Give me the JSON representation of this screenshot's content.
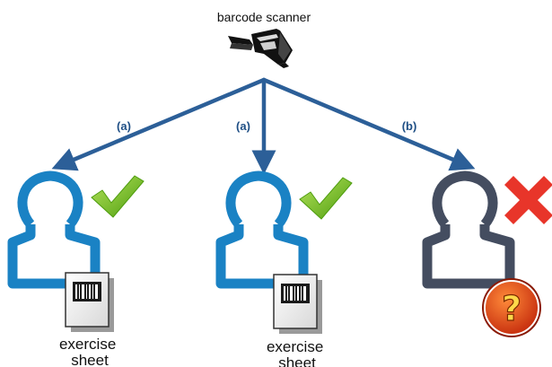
{
  "scanner": {
    "label": "barcode scanner",
    "icon": "barcode-scanner-icon"
  },
  "edges": [
    {
      "label": "(a)"
    },
    {
      "label": "(a)"
    },
    {
      "label": "(b)"
    }
  ],
  "people": [
    {
      "status": "accepted",
      "status_icon": "checkmark-icon",
      "item_label": "exercise sheet",
      "item_icon": "barcode-document-icon",
      "color": "#1a82c4"
    },
    {
      "status": "accepted",
      "status_icon": "checkmark-icon",
      "item_label": "exercise sheet",
      "item_icon": "barcode-document-icon",
      "color": "#1a82c4"
    },
    {
      "status": "rejected",
      "status_icon": "cross-icon",
      "item_icon": "question-mark-icon",
      "color": "#444d60"
    }
  ],
  "colors": {
    "arrow": "#2c5f98",
    "person_accepted": "#1a82c4",
    "person_rejected": "#444d60",
    "check": "#6cc01a",
    "cross": "#e8352a",
    "question_badge": "#e04a18"
  }
}
